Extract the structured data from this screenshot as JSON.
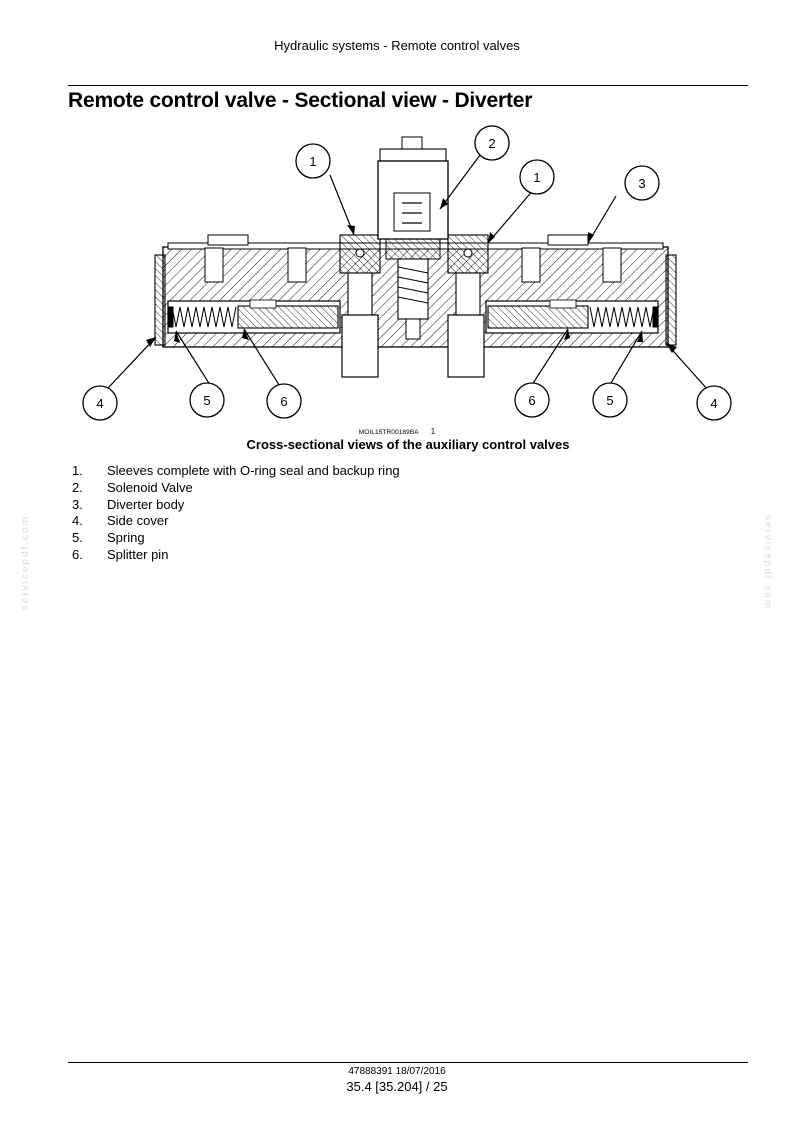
{
  "header": {
    "section": "Hydraulic systems - Remote control valves"
  },
  "title": "Remote control valve - Sectional view - Diverter",
  "figure": {
    "code": "MOIL15TR00189BA",
    "number": "1",
    "callouts": [
      "1",
      "2",
      "1",
      "3",
      "4",
      "5",
      "6",
      "6",
      "5",
      "4"
    ],
    "caption": "Cross-sectional views of the auxiliary control valves"
  },
  "legend": [
    {
      "num": "1.",
      "text": "Sleeves complete with O-ring seal and backup ring"
    },
    {
      "num": "2.",
      "text": "Solenoid Valve"
    },
    {
      "num": "3.",
      "text": "Diverter body"
    },
    {
      "num": "4.",
      "text": "Side cover"
    },
    {
      "num": "5.",
      "text": "Spring"
    },
    {
      "num": "6.",
      "text": "Splitter pin"
    }
  ],
  "watermark": "servicepdf.com",
  "footer": {
    "doc_ref": "47888391 18/07/2016",
    "page_ref": "35.4 [35.204] / 25"
  }
}
